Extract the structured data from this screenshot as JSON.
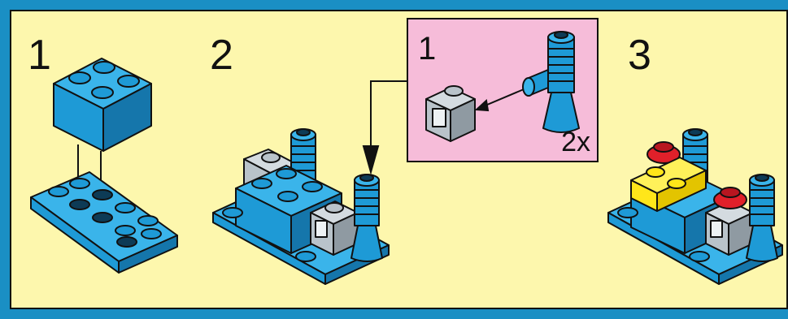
{
  "steps": {
    "step1": "1",
    "step2": "2",
    "step3": "3"
  },
  "subassembly": {
    "step": "1",
    "quantity": "2x"
  },
  "colors": {
    "frame": "#1a8fc4",
    "panel": "#fdf7ad",
    "inset": "#f6bcd9",
    "brick_blue": "#1e9ad6",
    "brick_gray": "#b9c3ca",
    "brick_yellow": "#ffe61a",
    "brick_red": "#e0202a"
  }
}
